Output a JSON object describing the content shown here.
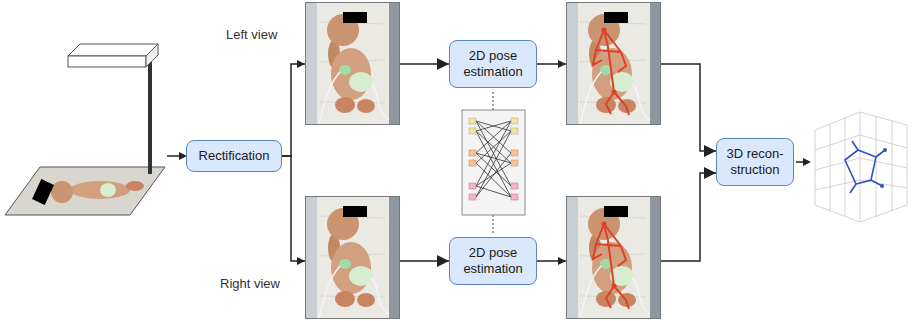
{
  "diagram": {
    "nodes": [
      {
        "text": [
          "Rectification"
        ]
      },
      {
        "text": [
          "2D pose estimation"
        ]
      },
      {
        "text": [
          "2D pose estimation"
        ]
      },
      {
        "text": [
          "3D recon- struction"
        ]
      }
    ],
    "edges": [
      {
        "from": 0,
        "to": 1,
        "arrow": "to"
      },
      {
        "from": 0,
        "to": 2,
        "arrow": "to"
      },
      {
        "from": 1,
        "to": 3,
        "arrow": "to"
      },
      {
        "from": 2,
        "to": 3,
        "arrow": "to"
      }
    ],
    "labels": [
      "Left view",
      "Right view"
    ]
  }
}
